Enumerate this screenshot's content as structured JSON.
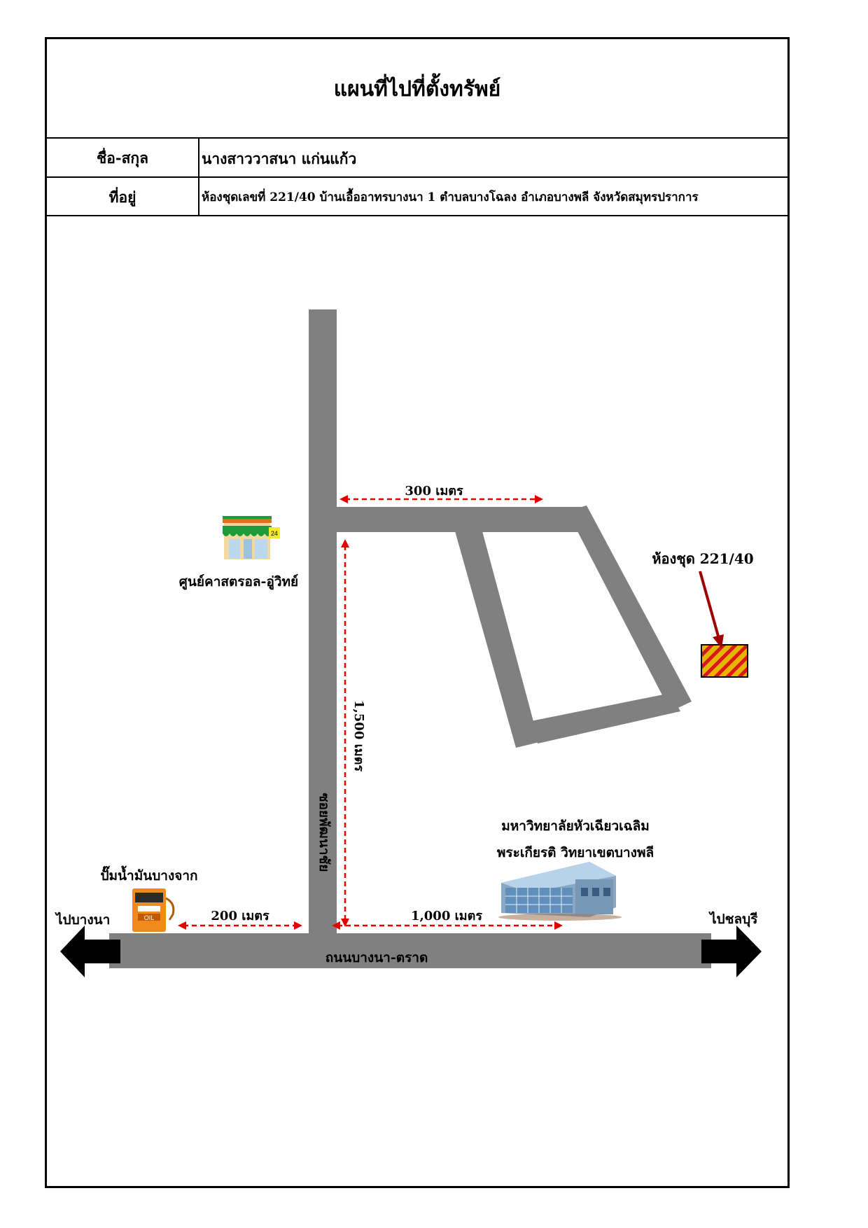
{
  "header": {
    "title": "แผนที่ไปที่ตั้งทรัพย์",
    "name_label": "ชื่อ-สกุล",
    "name_value": "นางสาววาสนา แก่นแก้ว",
    "address_label": "ที่อยู่",
    "address_value": "ห้องชุดเลขที่ 221/40 บ้านเอื้ออาทรบางนา 1 ตำบลบางโฉลง อำเภอบางพลี จังหวัดสมุทรปราการ"
  },
  "map": {
    "main_road": "ถนนบางนา-ตราด",
    "soi": "ซอยพัฒนาชัย",
    "to_left": "ไปบางนา",
    "to_right": "ไปชลบุรี",
    "dist_200": "200 เมตร",
    "dist_1000": "1,000 เมตร",
    "dist_1500": "1,500 เมตร",
    "dist_300": "300 เมตร",
    "landmark_store": "ศูนย์คาสตรอล-อู่วิทย์",
    "landmark_gas": "ปั๊มน้ำมันบางจาก",
    "landmark_univ_line1": "มหาวิทยาลัยหัวเฉียวเฉลิม",
    "landmark_univ_line2": "พระเกียรติ วิทยาเขตบางพลี",
    "target_label": "ห้องชุด 221/40",
    "store_sign": "24",
    "oil_sign": "OIL",
    "road_color": "#808080",
    "arrow_color": "#000000",
    "dim_color": "#e00000",
    "target_color": "#e8b400",
    "target_hatch": "#d81818"
  }
}
